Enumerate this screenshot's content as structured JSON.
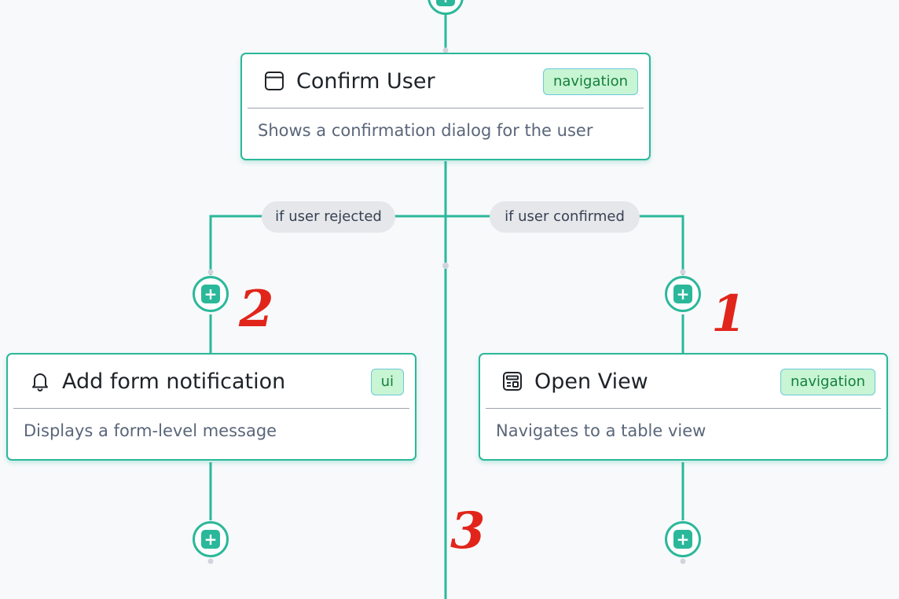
{
  "colors": {
    "accent": "#2bb89a",
    "canvas": "#f8f9fb",
    "badge_bg": "#c8f5d4",
    "badge_text": "#15803d",
    "annotation": "#e1251b"
  },
  "nodes": {
    "confirm_user": {
      "icon": "window-icon",
      "title": "Confirm User",
      "badge": "navigation",
      "description": "Shows a confirmation dialog for the user"
    },
    "add_form_notification": {
      "icon": "bell-icon",
      "title": "Add form notification",
      "badge": "ui",
      "description": "Displays a form-level message"
    },
    "open_view": {
      "icon": "table-view-icon",
      "title": "Open View",
      "badge": "navigation",
      "description": "Navigates to a table view"
    }
  },
  "branches": {
    "rejected": "if user rejected",
    "confirmed": "if user confirmed"
  },
  "add_buttons": {
    "symbol": "+"
  },
  "annotations": {
    "one": "1",
    "two": "2",
    "three": "3"
  }
}
